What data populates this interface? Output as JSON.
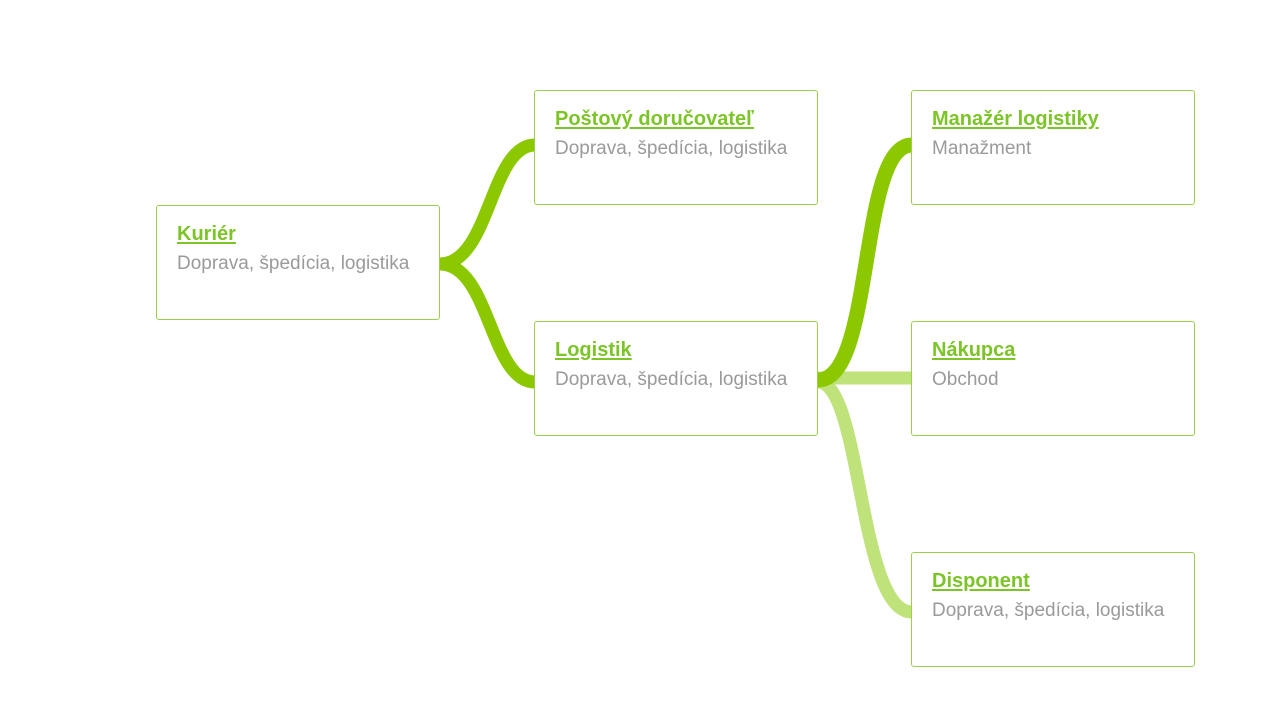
{
  "colors": {
    "strong_link": "#8cc800",
    "light_link": "#bfe27a",
    "node_border": "#9bd14a",
    "title": "#7cc428",
    "subtitle": "#9a9a9a"
  },
  "nodes": {
    "kurier": {
      "title": "Kuriér",
      "subtitle": "Doprava, špedícia, logistika"
    },
    "postovy": {
      "title": "Poštový doručovateľ",
      "subtitle": "Doprava, špedícia, logistika"
    },
    "logistik": {
      "title": "Logistik",
      "subtitle": "Doprava, špedícia, logistika"
    },
    "manazer": {
      "title": "Manažér logistiky",
      "subtitle": "Manažment"
    },
    "nakupca": {
      "title": "Nákupca",
      "subtitle": "Obchod"
    },
    "disponent": {
      "title": "Disponent",
      "subtitle": "Doprava, špedícia, logistika"
    }
  },
  "links": [
    {
      "from": "kurier",
      "to": "postovy",
      "strength": "strong"
    },
    {
      "from": "kurier",
      "to": "logistik",
      "strength": "strong"
    },
    {
      "from": "logistik",
      "to": "manazer",
      "strength": "strong"
    },
    {
      "from": "logistik",
      "to": "nakupca",
      "strength": "light"
    },
    {
      "from": "logistik",
      "to": "disponent",
      "strength": "light"
    }
  ]
}
